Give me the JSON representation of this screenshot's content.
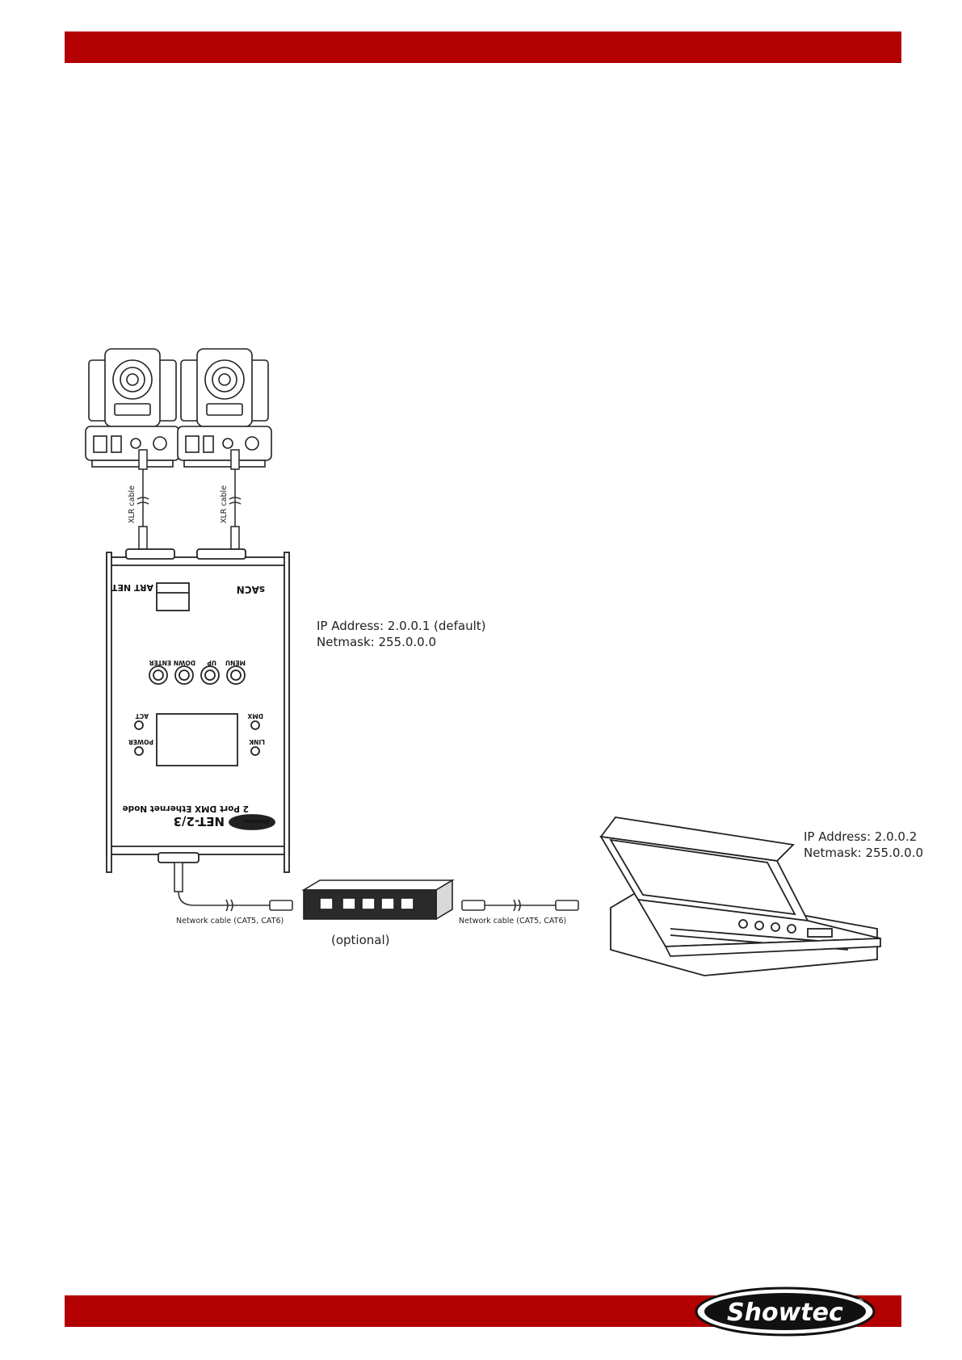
{
  "header_color": "#b30000",
  "brand": {
    "logo": "Showtec",
    "registered": "®"
  },
  "node": {
    "ip_line": "IP Address: 2.0.0.1 (default)",
    "mask_line": "Netmask: 255.0.0.0",
    "model": "NET-2/3",
    "subtitle": "2 Port DMX Ethernet Node",
    "brand": "Showtec",
    "sacn": "sACN",
    "artnet": "ART NET",
    "buttons": [
      "MENU",
      "UP",
      "DOWN",
      "ENTER"
    ],
    "leds": [
      "DMX",
      "LINK",
      "ACT",
      "POWER"
    ]
  },
  "console": {
    "ip_line": "IP Address: 2.0.0.2",
    "mask_line": "Netmask: 255.0.0.0"
  },
  "cables": {
    "xlr_left": "XLR cable",
    "xlr_right": "XLR cable",
    "network_left": "Network cable (CAT5, CAT6)",
    "network_right": "Network cable (CAT5, CAT6)"
  },
  "switch": {
    "label": "(optional)",
    "ports": 5
  }
}
